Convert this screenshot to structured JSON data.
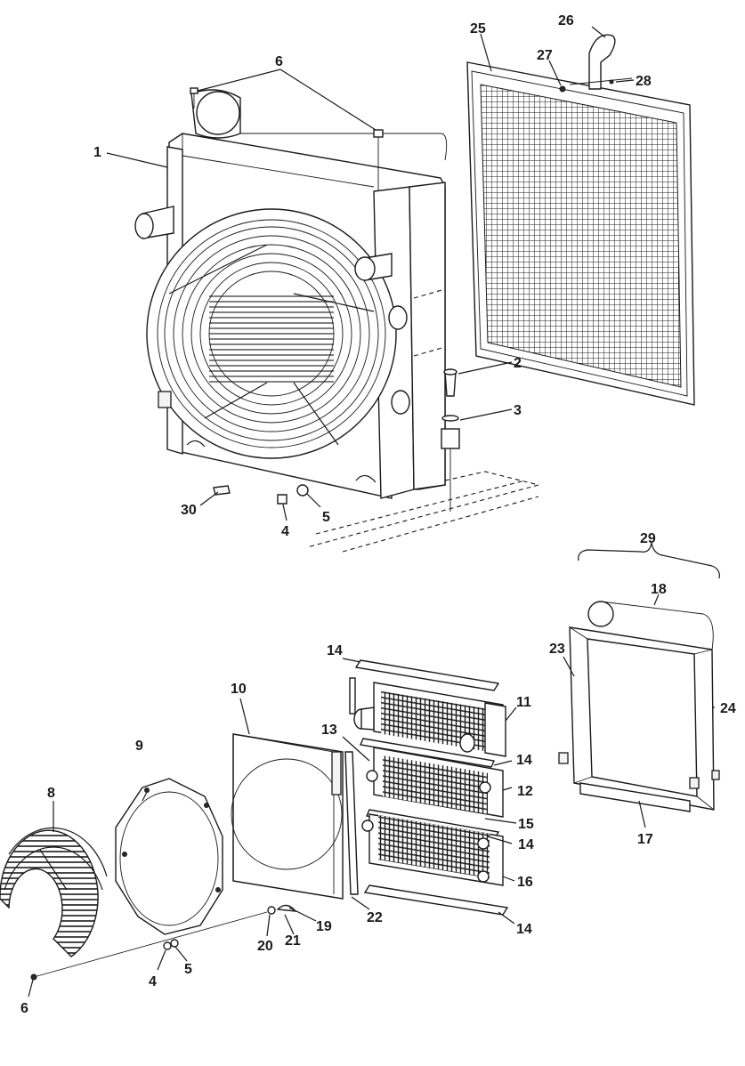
{
  "diagram": {
    "callouts": [
      {
        "id": "c6a",
        "text": "6"
      },
      {
        "id": "c26",
        "text": "26"
      },
      {
        "id": "c25",
        "text": "25"
      },
      {
        "id": "c27",
        "text": "27"
      },
      {
        "id": "c28",
        "text": "28"
      },
      {
        "id": "c1",
        "text": "1"
      },
      {
        "id": "c2",
        "text": "2"
      },
      {
        "id": "c3",
        "text": "3"
      },
      {
        "id": "c30",
        "text": "30"
      },
      {
        "id": "c4a",
        "text": "4"
      },
      {
        "id": "c5a",
        "text": "5"
      },
      {
        "id": "c29",
        "text": "29"
      },
      {
        "id": "c18",
        "text": "18"
      },
      {
        "id": "c23",
        "text": "23"
      },
      {
        "id": "c24",
        "text": "24"
      },
      {
        "id": "c17",
        "text": "17"
      },
      {
        "id": "c14a",
        "text": "14"
      },
      {
        "id": "c11",
        "text": "11"
      },
      {
        "id": "c10",
        "text": "10"
      },
      {
        "id": "c13",
        "text": "13"
      },
      {
        "id": "c14b",
        "text": "14"
      },
      {
        "id": "c12",
        "text": "12"
      },
      {
        "id": "c9",
        "text": "9"
      },
      {
        "id": "c15",
        "text": "15"
      },
      {
        "id": "c14c",
        "text": "14"
      },
      {
        "id": "c8",
        "text": "8"
      },
      {
        "id": "c16",
        "text": "16"
      },
      {
        "id": "c22",
        "text": "22"
      },
      {
        "id": "c14d",
        "text": "14"
      },
      {
        "id": "c19",
        "text": "19"
      },
      {
        "id": "c20",
        "text": "20"
      },
      {
        "id": "c21",
        "text": "21"
      },
      {
        "id": "c4b",
        "text": "4"
      },
      {
        "id": "c5b",
        "text": "5"
      },
      {
        "id": "c6b",
        "text": "6"
      }
    ]
  }
}
